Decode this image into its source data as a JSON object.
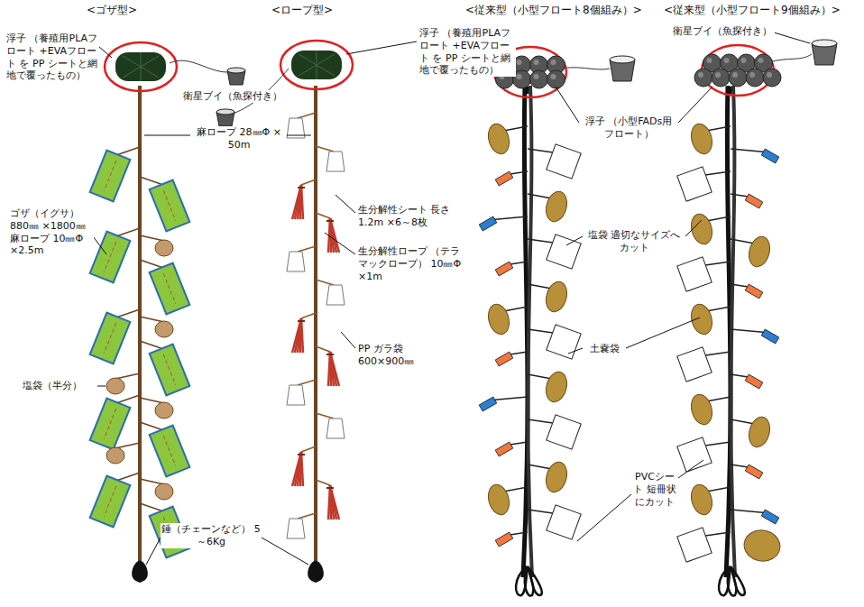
{
  "diagram": {
    "labels": [
      "<ゴザ型>",
      "<ロープ型>",
      "<従来型（小型フロート8個組み）>",
      "<従来型（小型フロート9個組み）>",
      "浮子 （養殖用PLAフロート +EVAフロート を PP シートと網地で覆ったもの）",
      "衛星ブイ（魚探付き）",
      "浮子 （養殖用PLAフロート +EVAフロート を PP シートと網地で覆ったもの）",
      "麻ロープ 28㎜Φ × 50m",
      "生分解性シート 長さ1.2m ×6～8枚",
      "生分解性ロープ （テラマックロープ） 10㎜Φ ×1m",
      "ゴザ（イグサ） 880㎜ ×1800㎜ 麻ロープ 10㎜Φ ×2.5m",
      "PP ガラ袋 600×900㎜",
      "塩袋（半分）",
      "錘（チェーンなど） 5～6Kg",
      "衛星ブイ（魚探付き）",
      "浮子 （小型FADs用フロート）",
      "塩袋 適切なサイズへカット",
      "土嚢袋",
      "PVCシート 短冊状にカット"
    ]
  }
}
